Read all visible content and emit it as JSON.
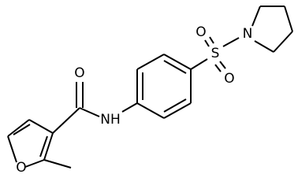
{
  "molecule": {
    "atoms": {
      "o_amide": "O",
      "n_amide": "NH",
      "s": "S",
      "o_sulfonyl_top": "O",
      "o_sulfonyl_bottom": "O",
      "n_pyrrolidine": "N",
      "o_furan": "O"
    },
    "colors": {
      "bond": "#000000",
      "label": "#000000",
      "background": "#ffffff"
    }
  }
}
